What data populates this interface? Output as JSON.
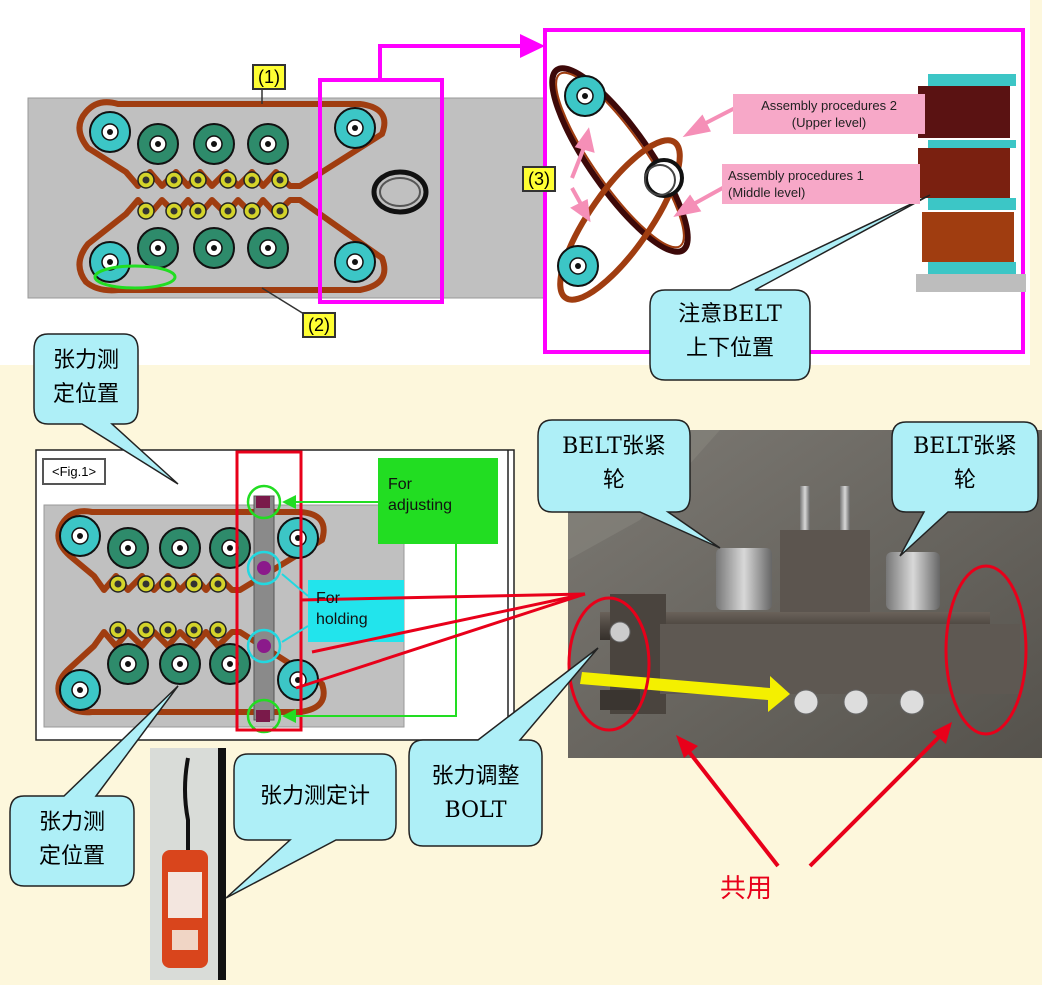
{
  "top_diagram": {
    "tag_1": "(1)",
    "tag_2": "(2)",
    "tag_3": "(3)",
    "assembly_2_label": "Assembly procedures 2\n(Upper level)",
    "assembly_1_label": "Assembly procedures 1\n(Middle level)",
    "note_belt_position": "注意BELT\n上下位置"
  },
  "fig1": {
    "label": "<Fig.1>",
    "for_adjusting": "For\nadjusting",
    "for_holding": "For\nholding",
    "tension_position_top": "张力测\n定位置",
    "tension_position_bottom": "张力测\n定位置"
  },
  "photo": {
    "tensioner_left": "BELT张紧\n轮",
    "tensioner_right": "BELT张紧\n轮",
    "adjust_bolt": "张力调整\nBOLT",
    "tension_meter": "张力测定计",
    "shared": "共用"
  },
  "colors": {
    "background": "#fdf7dc",
    "callout_fill": "#aeeff7",
    "magenta_frame": "#ff00ff",
    "red_mark": "#e8001a",
    "green_mark": "#22dd22",
    "cyan_mark": "#22d8e0",
    "belt_brown": "#9b3b12",
    "pulley_green": "#2e8b6b",
    "pulley_cyan": "#3cc6c6"
  }
}
